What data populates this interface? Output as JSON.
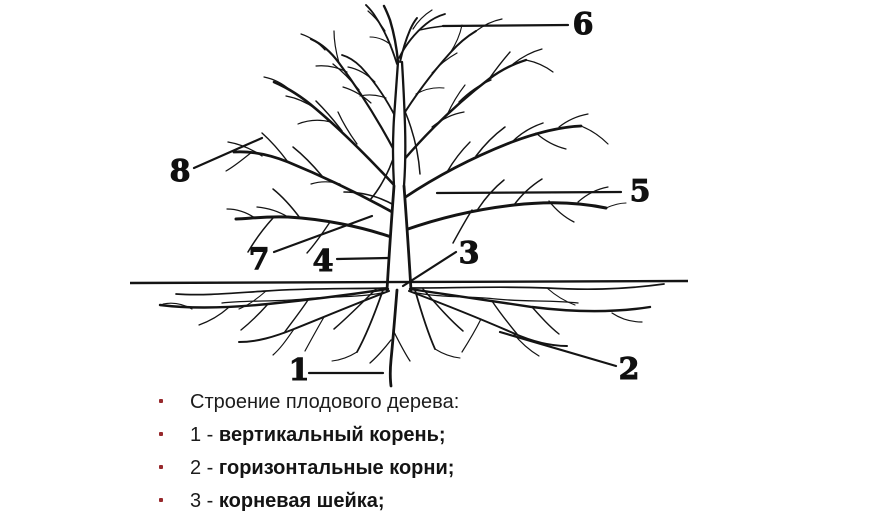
{
  "diagram": {
    "description": "line drawing of a fruit tree with crown, trunk and root system, numbered part labels",
    "labels": {
      "n1": "1",
      "n2": "2",
      "n3": "3",
      "n4": "4",
      "n5": "5",
      "n6": "6",
      "n7": "7",
      "n8": "8"
    }
  },
  "legend": {
    "title": "Строение плодового дерева:",
    "items": [
      {
        "prefix": "1 - ",
        "label": "вертикальный корень;"
      },
      {
        "prefix": "2 - ",
        "label": "горизонтальные корни;"
      },
      {
        "prefix": "3 - ",
        "label": "корневая шейка;"
      }
    ]
  },
  "colors": {
    "ink": "#141414",
    "bullet": "#97292c",
    "background": "#ffffff"
  }
}
